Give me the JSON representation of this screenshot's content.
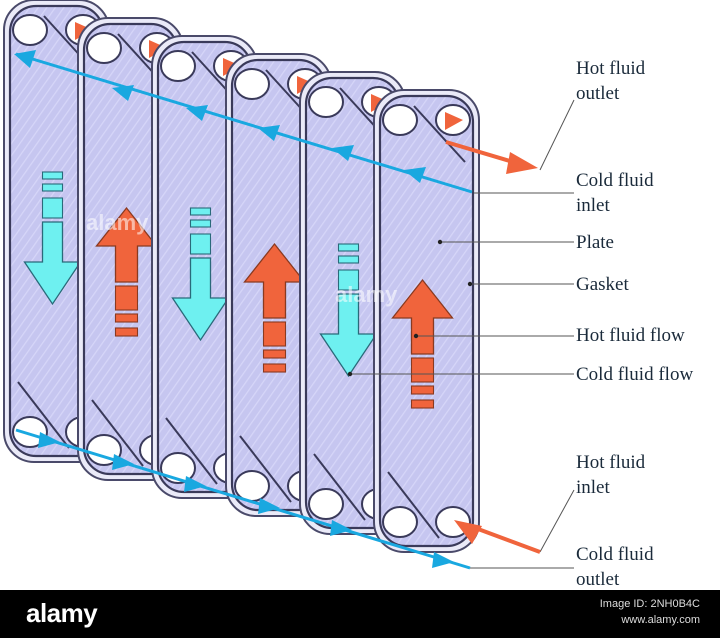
{
  "labels": {
    "hot_outlet": [
      "Hot fluid",
      "outlet"
    ],
    "cold_inlet": [
      "Cold fluid",
      "inlet"
    ],
    "plate": "Plate",
    "gasket": "Gasket",
    "hot_flow": "Hot fluid flow",
    "cold_flow": "Cold fluid flow",
    "hot_inlet": [
      "Hot fluid",
      "inlet"
    ],
    "cold_outlet": [
      "Cold fluid",
      "outlet"
    ]
  },
  "watermark": "alamy",
  "footer": {
    "logo": "alamy",
    "image_code": "Image ID: 2NH0B4C",
    "site": "www.alamy.com"
  },
  "colors": {
    "plate_fill": "#c4c4ee",
    "plate_stroke": "#4a4a6a",
    "hot": "#f0643c",
    "cold": "#6ef0f0",
    "cold_line": "#19a8e0"
  },
  "plates": [
    {
      "index": 1,
      "flow": "cold"
    },
    {
      "index": 2,
      "flow": "hot"
    },
    {
      "index": 3,
      "flow": "cold"
    },
    {
      "index": 4,
      "flow": "hot"
    },
    {
      "index": 5,
      "flow": "cold"
    },
    {
      "index": 6,
      "flow": "hot"
    }
  ]
}
